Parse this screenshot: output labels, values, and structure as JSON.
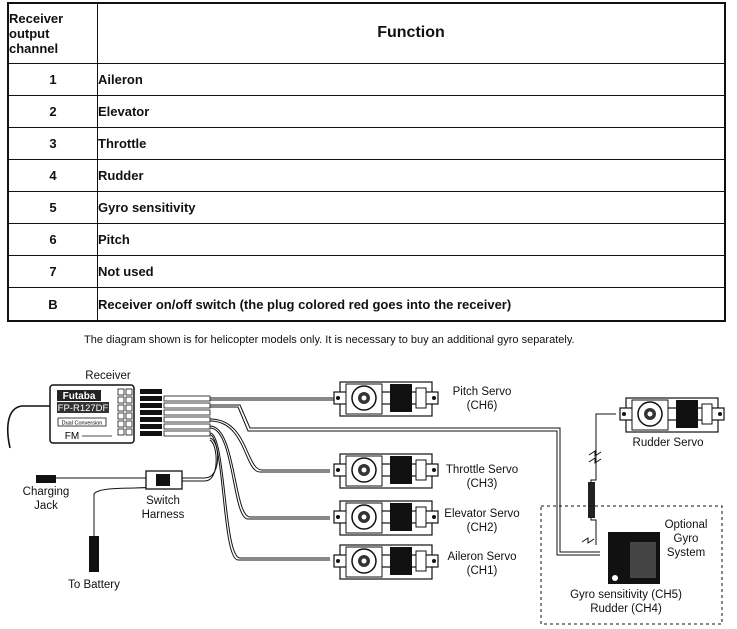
{
  "table": {
    "header_channel": "Receiver output channel",
    "header_function": "Function",
    "rows": [
      {
        "ch": "1",
        "fn": "Aileron"
      },
      {
        "ch": "2",
        "fn": "Elevator"
      },
      {
        "ch": "3",
        "fn": "Throttle"
      },
      {
        "ch": "4",
        "fn": "Rudder"
      },
      {
        "ch": "5",
        "fn": "Gyro sensitivity"
      },
      {
        "ch": "6",
        "fn": "Pitch"
      },
      {
        "ch": "7",
        "fn": "Not used"
      },
      {
        "ch": "B",
        "fn": "Receiver on/off switch (the plug colored red goes into the receiver)"
      }
    ]
  },
  "note": "The diagram shown is for helicopter models only. It is necessary to buy an additional gyro separately.",
  "diagram": {
    "receiver_label": "Receiver",
    "receiver_brand": "Futaba",
    "receiver_model": "FP-R127DF",
    "receiver_conv": "Dual Conversion",
    "receiver_fm": "FM",
    "charging_jack": "Charging Jack",
    "switch_harness": "Switch Harness",
    "to_battery": "To Battery",
    "pitch_servo": "Pitch Servo",
    "pitch_ch": "(CH6)",
    "throttle_servo": "Throttle Servo",
    "throttle_ch": "(CH3)",
    "elevator_servo": "Elevator Servo",
    "elevator_ch": "(CH2)",
    "aileron_servo": "Aileron Servo",
    "aileron_ch": "(CH1)",
    "rudder_servo": "Rudder Servo",
    "optional_gyro": "Optional Gyro System",
    "gyro_sens": "Gyro sensitivity (CH5)",
    "gyro_rudder": "Rudder (CH4)"
  }
}
